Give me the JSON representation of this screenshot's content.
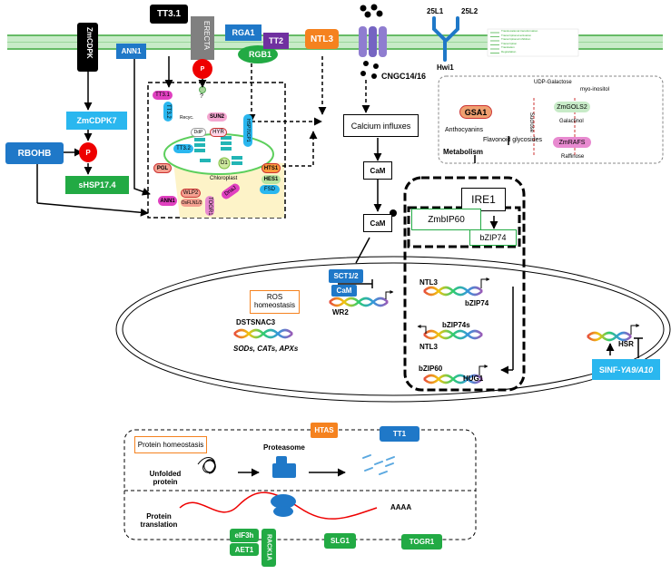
{
  "membrane": {
    "proteins": {
      "zmcdpk": "ZmCDPK",
      "ann1": "ANN1",
      "tt31": "TT3.1",
      "erecta": "ERECTA",
      "rga1": "RGA1",
      "tt2": "TT2",
      "rgb1": "RGB1",
      "ntl3": "NTL3",
      "cngc": "CNGC14/16",
      "l1": "25L1",
      "l2": "25L2",
      "hwi1": "Hwi1"
    }
  },
  "signaling": {
    "zmcdpk7": "ZmCDPK7",
    "rbohb": "RBOHB",
    "shsp": "sHSP17.4",
    "p": "P",
    "q": "?",
    "calcium": "Calcium influxes",
    "cam": "CaM"
  },
  "chloroplast": {
    "tt31": "TT3.1",
    "tt32a": "TT3.2",
    "tt32b": "TT3.2",
    "sun2": "SUN2",
    "hyr": "HYR",
    "ddp": "DdP",
    "hsp": "HSP70CP1",
    "pgl": "PGL",
    "d1": "D1",
    "chloroplast": "Chloroplast",
    "hts1": "HTS1",
    "hes1": "HES1",
    "fsd": "FSD",
    "wlp2": "WLP2",
    "osfln": "OsFLN1/2",
    "ann1": "ANN1",
    "other1": "DnaJ",
    "other2": "TOGR1",
    "recycled": "Recyc."
  },
  "metabolism": {
    "gsa1": "GSA1",
    "anthocyanins": "Anthocyanins",
    "flavonoid": "Flavonoid glycosides",
    "title": "Metabolism",
    "udp": "UDP-Galactose",
    "myo": "myo-inositol",
    "zmgols2": "ZmGOLS2",
    "sucrose": "Sucrose",
    "galactinol": "Galactinol",
    "zmrafs": "ZmRAFS",
    "raffinose": "Raffinose"
  },
  "legend": {
    "items": [
      "Translocational transformation",
      "Transcriptional activation",
      "Transcriptional inhibition",
      "Transcription",
      "Translation",
      "Degradation"
    ]
  },
  "er": {
    "ire1": "IRE1",
    "zmbip60": "ZmbIP60",
    "bzip74": "bZIP74"
  },
  "nucleus": {
    "ros": "ROS homeostasis",
    "dstsnac3": "DSTSNAC3",
    "targets": "SODs, CATs, APXs",
    "sct": "SCT1/2",
    "cam": "CaM",
    "wr2": "WR2",
    "ntl3": "NTL3",
    "bzip74": "bZIP74",
    "bzip74s": "bZIP74s",
    "ntl3b": "NTL3",
    "bzip60": "bZIP60",
    "hug1": "HUG1",
    "hsr": "HSR",
    "sinf": "SINF-",
    "sinf_italic": "YA9/A10"
  },
  "protein": {
    "homeostasis": "Protein homeostasis",
    "proteasome": "Proteasome",
    "unfolded": "Unfolded protein",
    "htas": "HTAS",
    "tt1": "TT1",
    "translation": "Protein translation",
    "aaaa": "AAAA",
    "eif3h": "eIF3h",
    "aet1": "AET1",
    "rack1a": "RACK1A",
    "slg1": "SLG1",
    "togr1": "TOGR1"
  }
}
